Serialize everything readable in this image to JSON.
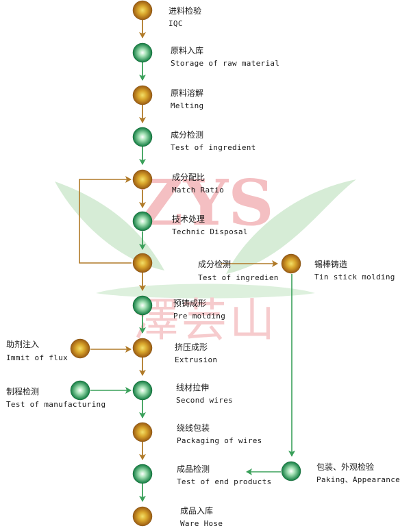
{
  "watermark": {
    "letters": "ZYS",
    "cn": "澤芸山"
  },
  "steps": {
    "iqc": {
      "zh": "进料检验",
      "en": "IQC"
    },
    "storage": {
      "zh": "原料入库",
      "en": "Storage of raw material"
    },
    "melting": {
      "zh": "原料溶解",
      "en": "Melting"
    },
    "test_ingredient": {
      "zh": "成分检测",
      "en": "Test of ingredient"
    },
    "match_ratio": {
      "zh": "成分配比",
      "en": "Match Ratio"
    },
    "technic": {
      "zh": "技术处理",
      "en": "Technic Disposal"
    },
    "test_ingredient2": {
      "zh": "成分检测",
      "en": "Test of ingredien"
    },
    "tin_stick": {
      "zh": "锡棒铸造",
      "en": "Tin stick molding"
    },
    "pre_molding": {
      "zh": "预铸成形",
      "en": "Pre molding"
    },
    "flux": {
      "zh": "助剂注入",
      "en": "Immit of flux"
    },
    "extrusion": {
      "zh": "挤压成形",
      "en": "Extrusion"
    },
    "manufacturing": {
      "zh": "制程检测",
      "en": "Test of manufacturing"
    },
    "second_wires": {
      "zh": "线材拉伸",
      "en": "Second wires"
    },
    "packaging": {
      "zh": "绕线包装",
      "en": "Packaging of wires"
    },
    "test_end": {
      "zh": "成品检测",
      "en": "Test of end products"
    },
    "appearance": {
      "zh": "包装、外观检验",
      "en": "Paking、Appearance"
    },
    "ware_hose": {
      "zh": "成品入库",
      "en": "Ware Hose"
    }
  },
  "colors": {
    "orange_node": "#c9841a",
    "green_node": "#1e9a55",
    "orange_arrow": "#b07a28",
    "green_arrow": "#3aa05a",
    "watermark_red": "#f0a8ac",
    "watermark_green": "#c8e6c8"
  }
}
